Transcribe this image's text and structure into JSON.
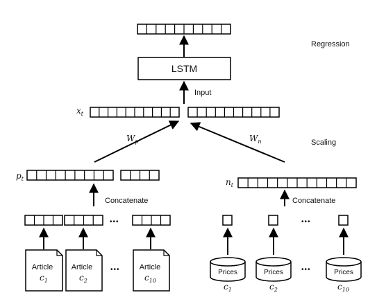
{
  "section_labels": {
    "regression": "Regression",
    "scaling": "Scaling"
  },
  "lstm_label": "LSTM",
  "input_label": "Input",
  "xt_label": "x",
  "xt_sub": "t",
  "pt_label": "p",
  "pt_sub": "t",
  "nt_label": "n",
  "nt_sub": "t",
  "wp_label": "W",
  "wp_sub": "p",
  "wn_label": "W",
  "wn_sub": "n",
  "concat_left": "Concatenate",
  "concat_right": "Concatenate",
  "ellipsis": "•••",
  "articles": [
    {
      "title": "Article",
      "c": "c",
      "sub": "1"
    },
    {
      "title": "Article",
      "c": "c",
      "sub": "2"
    },
    {
      "title": "Article",
      "c": "c",
      "sub": "10"
    }
  ],
  "prices": [
    {
      "title": "Prices",
      "c": "c",
      "sub": "1"
    },
    {
      "title": "Prices",
      "c": "c",
      "sub": "2"
    },
    {
      "title": "Prices",
      "c": "c",
      "sub": "10"
    }
  ]
}
